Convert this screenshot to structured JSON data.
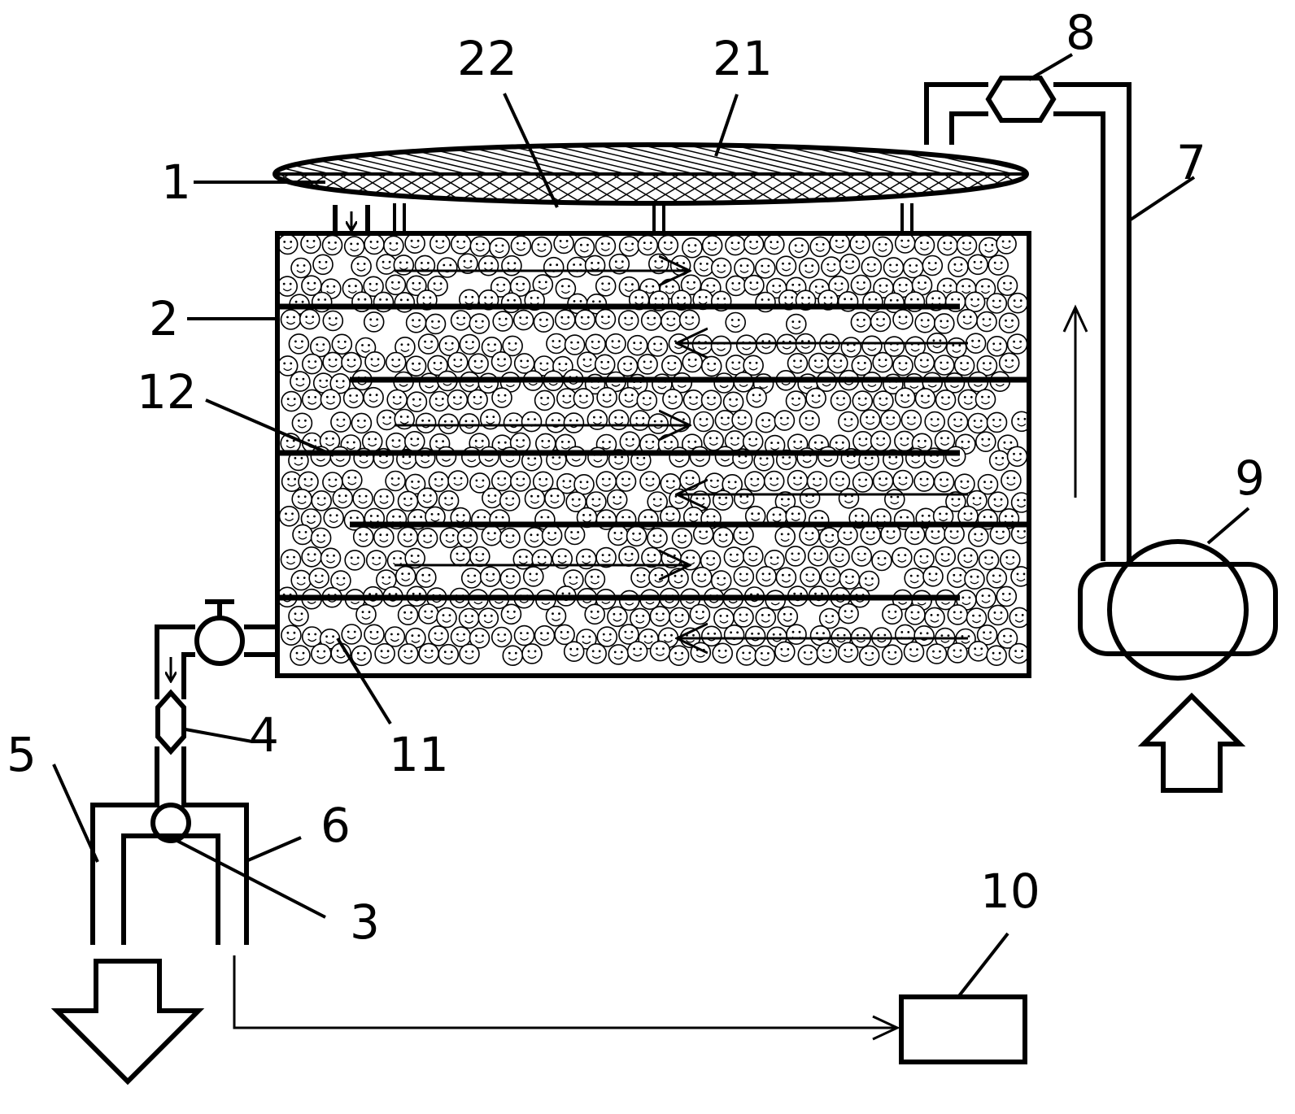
{
  "labels": {
    "l1": "1",
    "l2": "2",
    "l3": "3",
    "l4": "4",
    "l5": "5",
    "l6": "6",
    "l7": "7",
    "l8": "8",
    "l9": "9",
    "l10": "10",
    "l11": "11",
    "l12": "12",
    "l21": "21",
    "l22": "22"
  },
  "colors": {
    "ink": "#000000",
    "paper": "#ffffff"
  },
  "icons": {
    "particle": "smiley-particle-icon"
  }
}
